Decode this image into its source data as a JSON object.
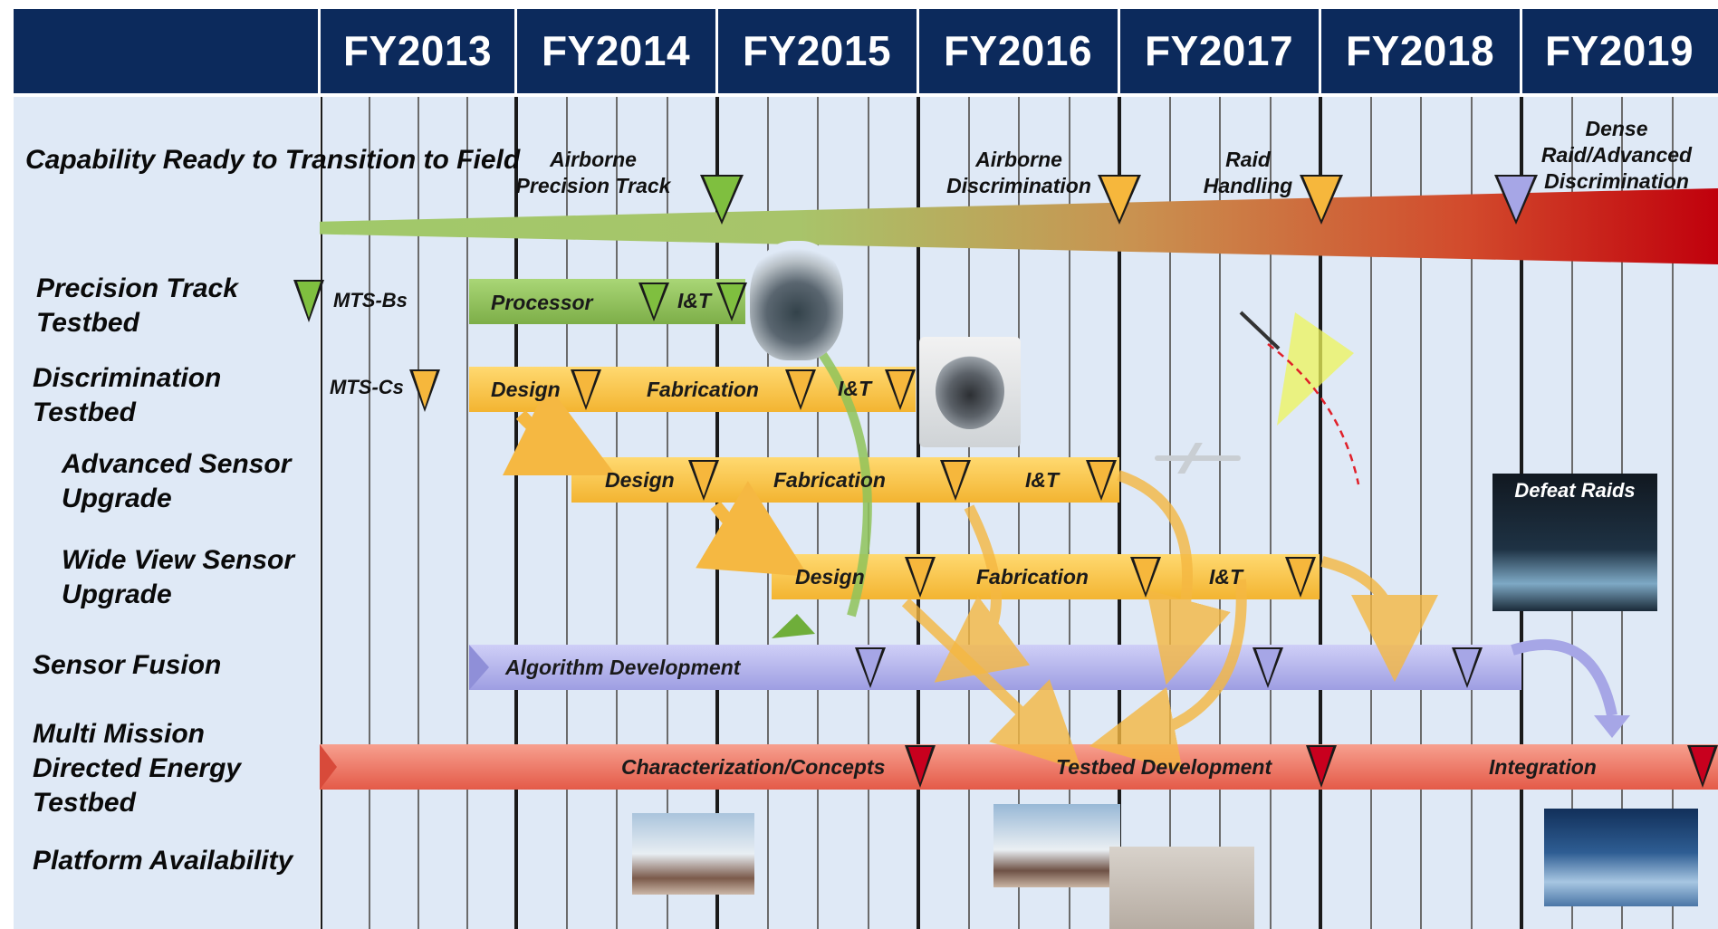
{
  "header": {
    "fiscal_years": [
      "FY2013",
      "FY2014",
      "FY2015",
      "FY2016",
      "FY2017",
      "FY2018",
      "FY2019"
    ]
  },
  "rows": {
    "capability": "Capability Ready to Transition to Field",
    "precision_track": "Precision Track Testbed",
    "discrimination": "Discrimination Testbed",
    "advanced_sensor": "Advanced Sensor Upgrade",
    "wide_view": "Wide View Sensor Upgrade",
    "sensor_fusion": "Sensor Fusion",
    "multi_mission": "Multi Mission Directed Energy Testbed",
    "platform": "Platform Availability"
  },
  "milestones": {
    "airborne_precision_track": "Airborne Precision Track",
    "airborne_discrimination": "Airborne Discrimination",
    "raid_handling": "Raid Handling",
    "dense_raid": "Dense Raid/Advanced Discrimination"
  },
  "bars": {
    "precision_track": {
      "processor": "Processor",
      "it": "I&T",
      "external": "MTS-Bs"
    },
    "discrimination": {
      "design": "Design",
      "fabrication": "Fabrication",
      "it": "I&T",
      "external": "MTS-Cs"
    },
    "advanced_sensor": {
      "design": "Design",
      "fabrication": "Fabrication",
      "it": "I&T"
    },
    "wide_view": {
      "design": "Design",
      "fabrication": "Fabrication",
      "it": "I&T"
    },
    "sensor_fusion": {
      "algorithm": "Algorithm Development"
    },
    "multi_mission": {
      "characterization": "Characterization/Concepts",
      "testbed": "Testbed Development",
      "integration": "Integration"
    }
  },
  "images": {
    "defeat_raids": "Defeat Raids"
  },
  "colors": {
    "header_bg": "#0c2a5c",
    "panel_bg": "#dfe9f6",
    "green_bar": "#8fc35a",
    "yellow_bar": "#ffc94a",
    "purple_bar": "#b6b6ee",
    "red_bar": "#ef7060",
    "triangle_green": "#7fbf3f",
    "triangle_yellow": "#f6b73c",
    "triangle_purple": "#a6a6e6",
    "triangle_red": "#c8001e"
  }
}
